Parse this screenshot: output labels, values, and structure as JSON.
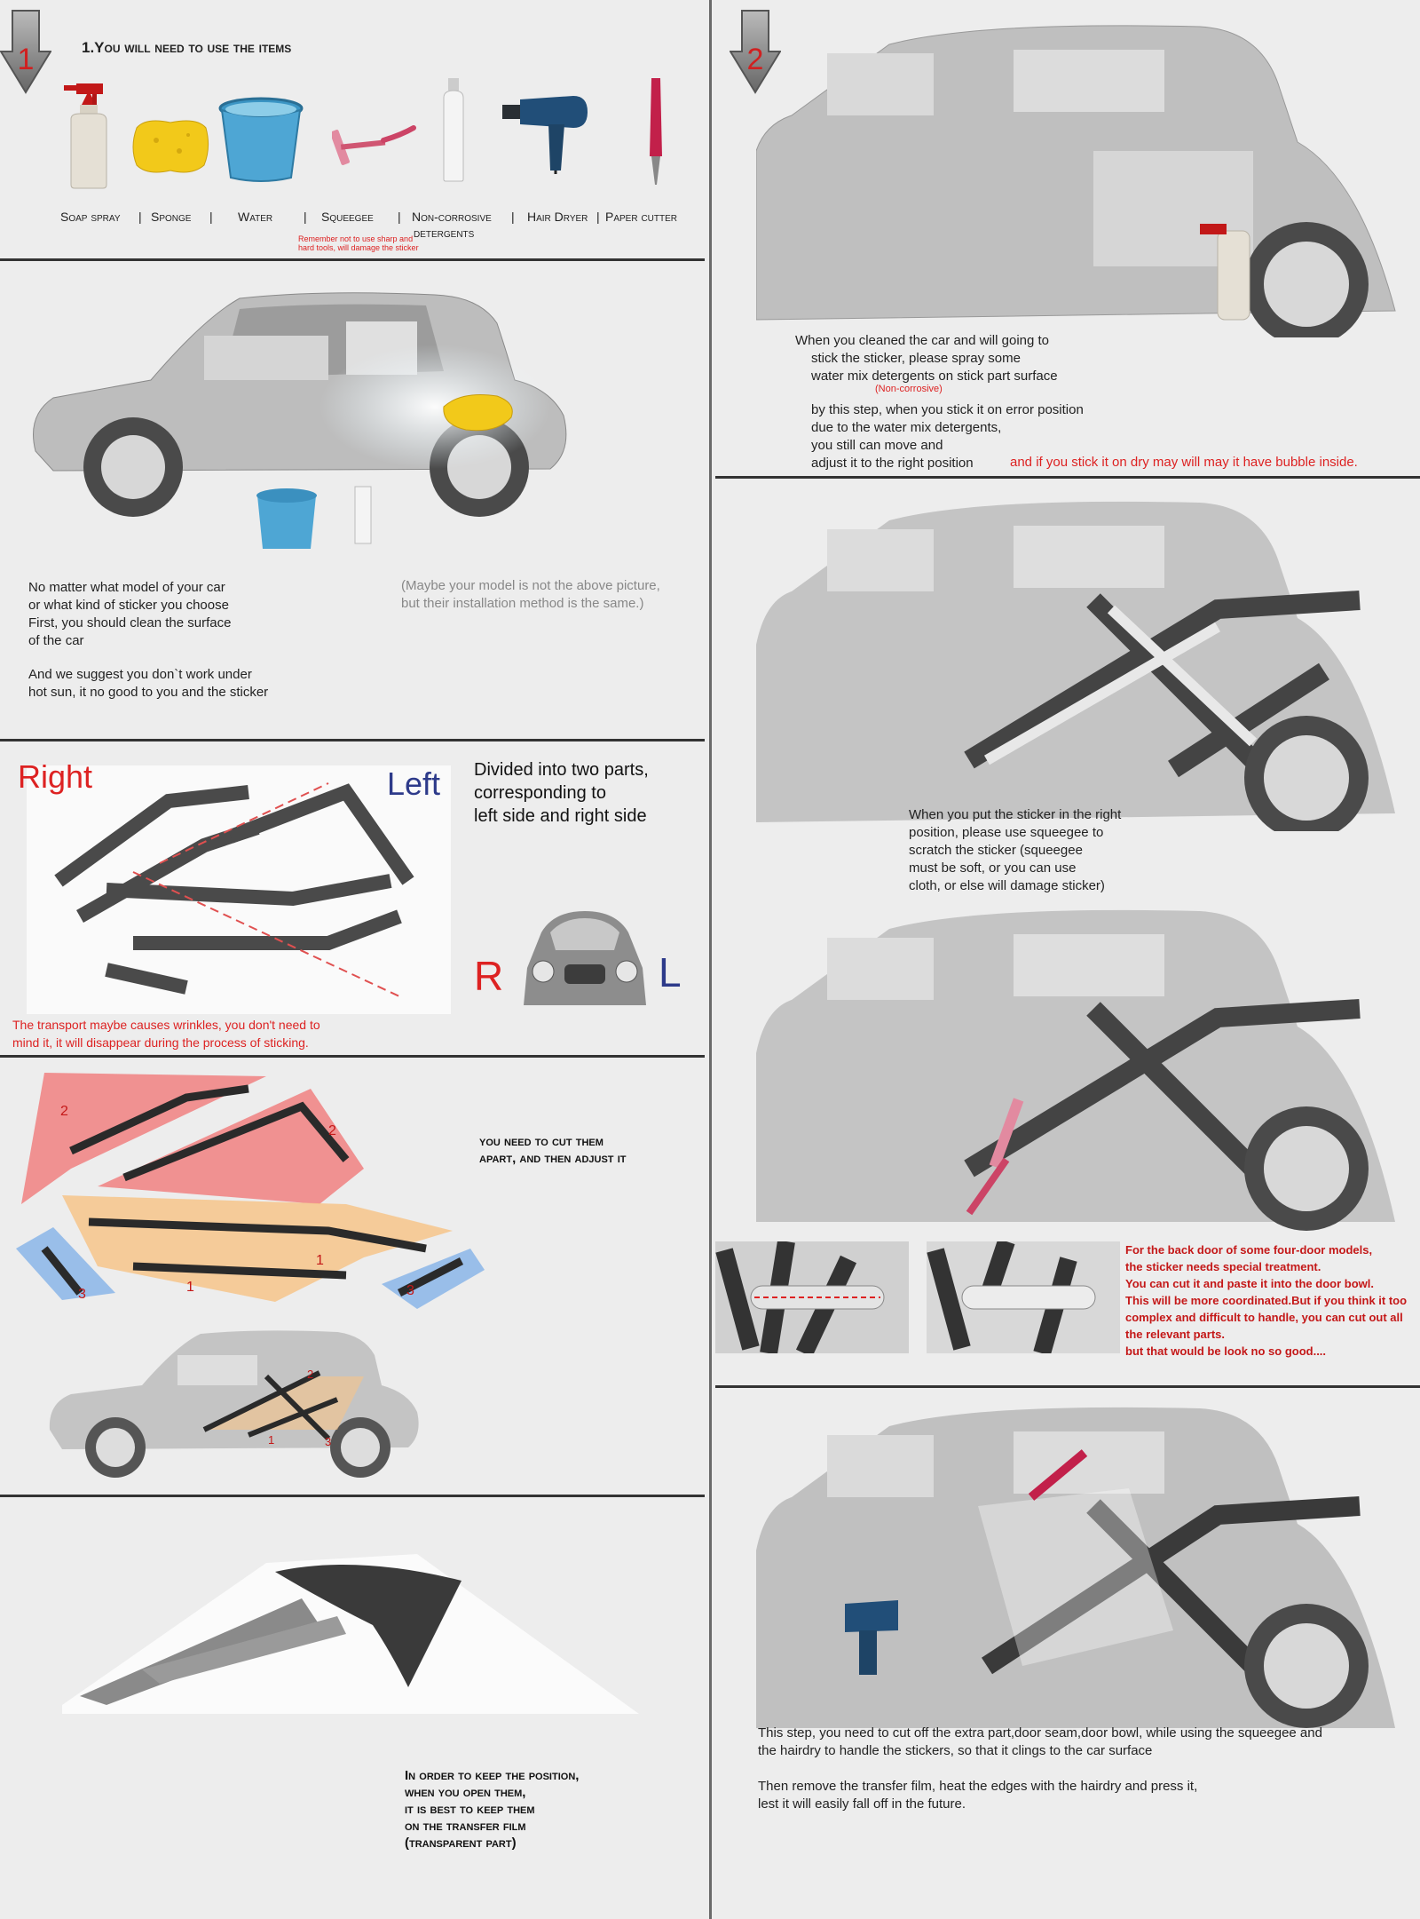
{
  "steps": {
    "one": "1",
    "two": "2"
  },
  "tools": {
    "title": "1.You will need to use the items",
    "labels": {
      "soap_spray": "Soap spray",
      "sep1": "|",
      "sponge": "Sponge",
      "sep2": "|",
      "water": "Water",
      "sep3": "|",
      "squeegee": "Squeegee",
      "sep4": "|",
      "non_corrosive": "Non-corrosive",
      "detergents": "detergents",
      "sep5": "|",
      "hair_dryer": "Hair Dryer",
      "sep6": "|",
      "paper_cutter": "Paper cutter"
    },
    "warning_line1": "Remember not to use sharp and",
    "warning_line2": "hard tools, will damage the sticker"
  },
  "clean": {
    "p1": [
      "No matter what model of your car",
      "or what kind of sticker you choose",
      "First, you should clean the surface",
      "of the car"
    ],
    "p2": [
      "And we suggest you don`t work under",
      "hot sun, it no good to you and the sticker"
    ],
    "note": [
      "(Maybe your model is not the above picture,",
      "but their installation method is the same.)"
    ]
  },
  "parts": {
    "right": "Right",
    "left": "Left",
    "desc": [
      "Divided into two parts,",
      "corresponding to",
      "left side and right side"
    ],
    "r": "R",
    "l": "L",
    "wrinkle": [
      "The transport maybe causes wrinkles, you don't need to",
      "mind it, it will disappear during the process of sticking."
    ]
  },
  "cut": {
    "text": [
      "you need to cut them",
      "apart, and then adjust it"
    ],
    "piece_labels": [
      "2",
      "2",
      "1",
      "1",
      "3",
      "3"
    ],
    "car_labels": [
      "2",
      "1",
      "3"
    ]
  },
  "transfer": {
    "text": [
      "In order to keep the position,",
      " when you open them,",
      "it is best to keep them",
      "on the transfer film",
      "(transparent part)"
    ]
  },
  "spray": {
    "p1": [
      "When you cleaned the car and will going to",
      "stick the sticker, please spray some",
      "water mix detergents on stick part surface"
    ],
    "noncorrosive": "(Non-corrosive)",
    "p2": [
      "by this step, when you stick it on error position",
      "due to the water mix detergents,",
      "you still can move and"
    ],
    "last_line": "adjust it to the right position",
    "warning": "and if you stick it on dry  may will may it have bubble inside."
  },
  "squeegee": {
    "text": [
      "When you put the sticker in the right",
      "position, please use squeegee to",
      "scratch the sticker (squeegee",
      "must be soft, or you can use",
      "cloth, or else will damage sticker)"
    ]
  },
  "door": {
    "text": [
      "For the back door of some four-door models,",
      "the sticker needs special treatment.",
      "You can cut it and paste it into the door bowl.",
      "This will be more coordinated.But if you think it too",
      "complex and difficult to handle, you can cut out all",
      "the relevant parts.",
      "but that would be look no so good...."
    ]
  },
  "final": {
    "p1": [
      "This step, you need to cut off the extra part,door seam,door bowl, while using the squeegee and",
      "the hairdry to handle the stickers, so that it clings to the car surface"
    ],
    "p2": [
      "Then remove the transfer film, heat the edges with the hairdry and press it,",
      "lest it will easily fall off in the future."
    ]
  },
  "colors": {
    "accent_red": "#d22222",
    "sticker_dark": "#444444",
    "body_grey": "#bcbcbc"
  },
  "icons": [
    "step-arrow-icon",
    "spray-bottle-icon",
    "sponge-icon",
    "bucket-icon",
    "squeegee-icon",
    "bottle-icon",
    "hair-dryer-icon",
    "paper-cutter-icon"
  ]
}
